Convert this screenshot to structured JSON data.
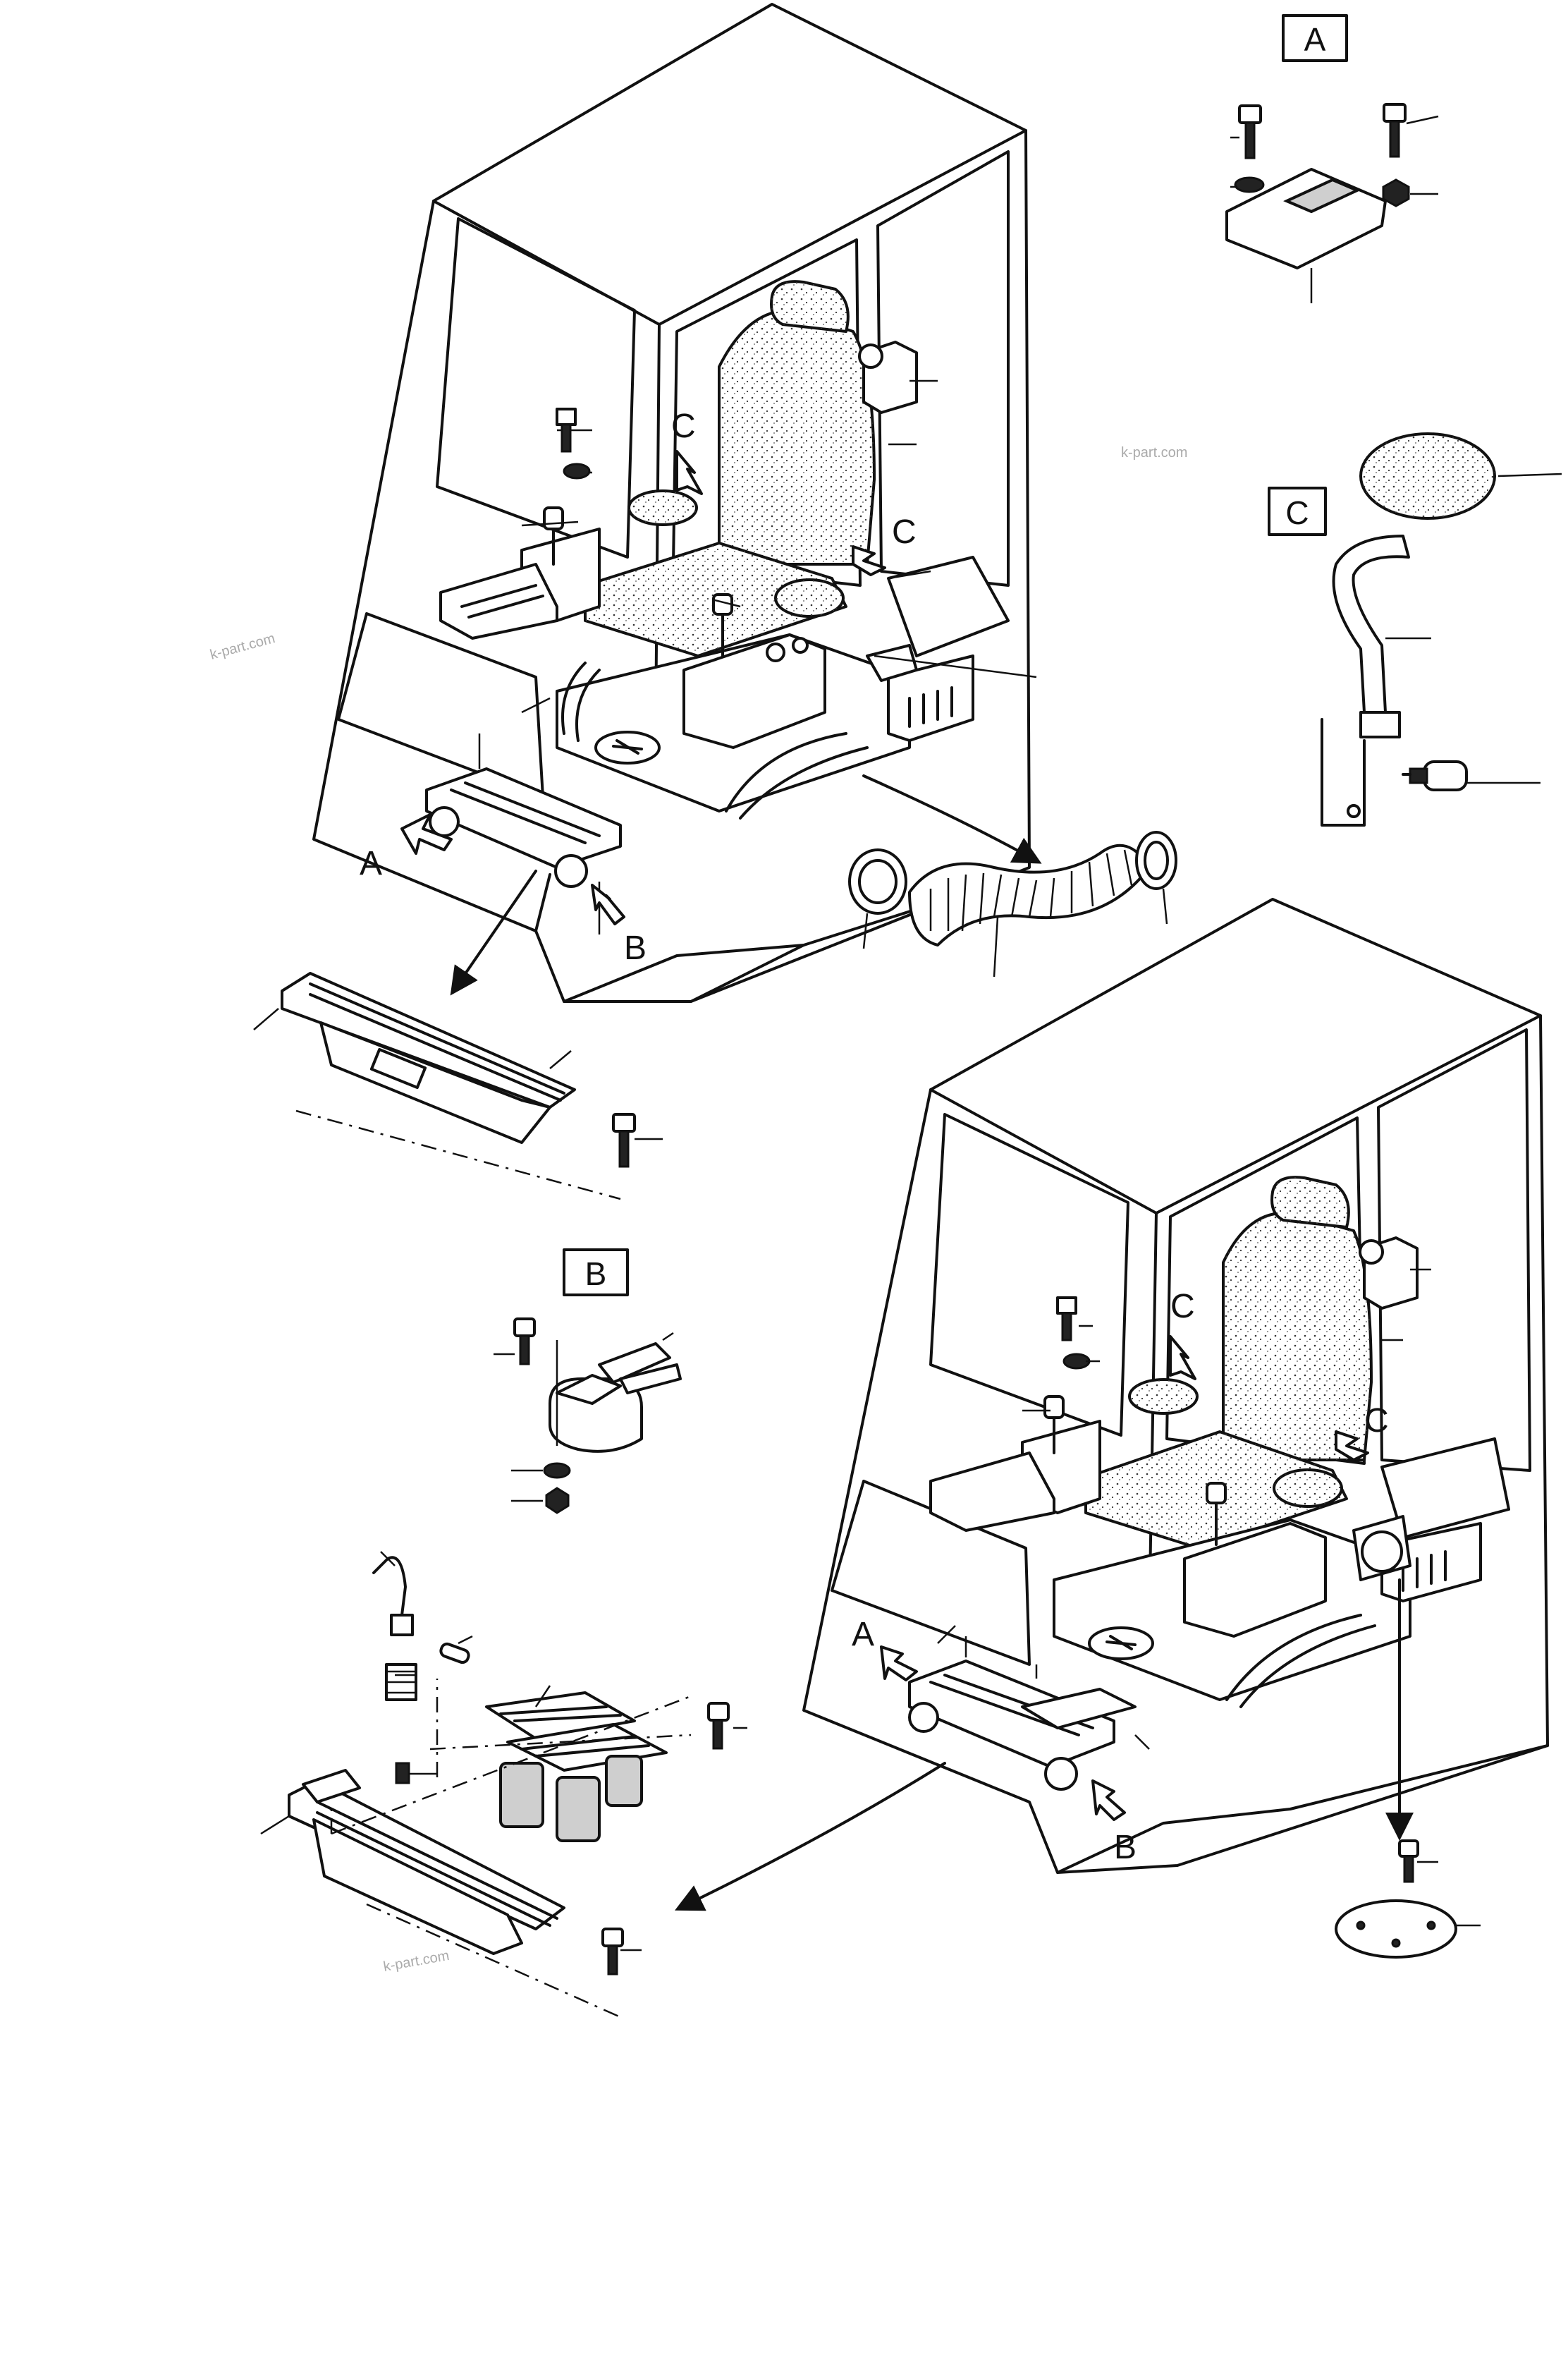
{
  "labels": {
    "view_a": "A",
    "view_b": "B",
    "view_c": "C",
    "arrow_a": "A",
    "arrow_b": "B",
    "arrow_c": "C"
  },
  "watermark": "k-part.com"
}
